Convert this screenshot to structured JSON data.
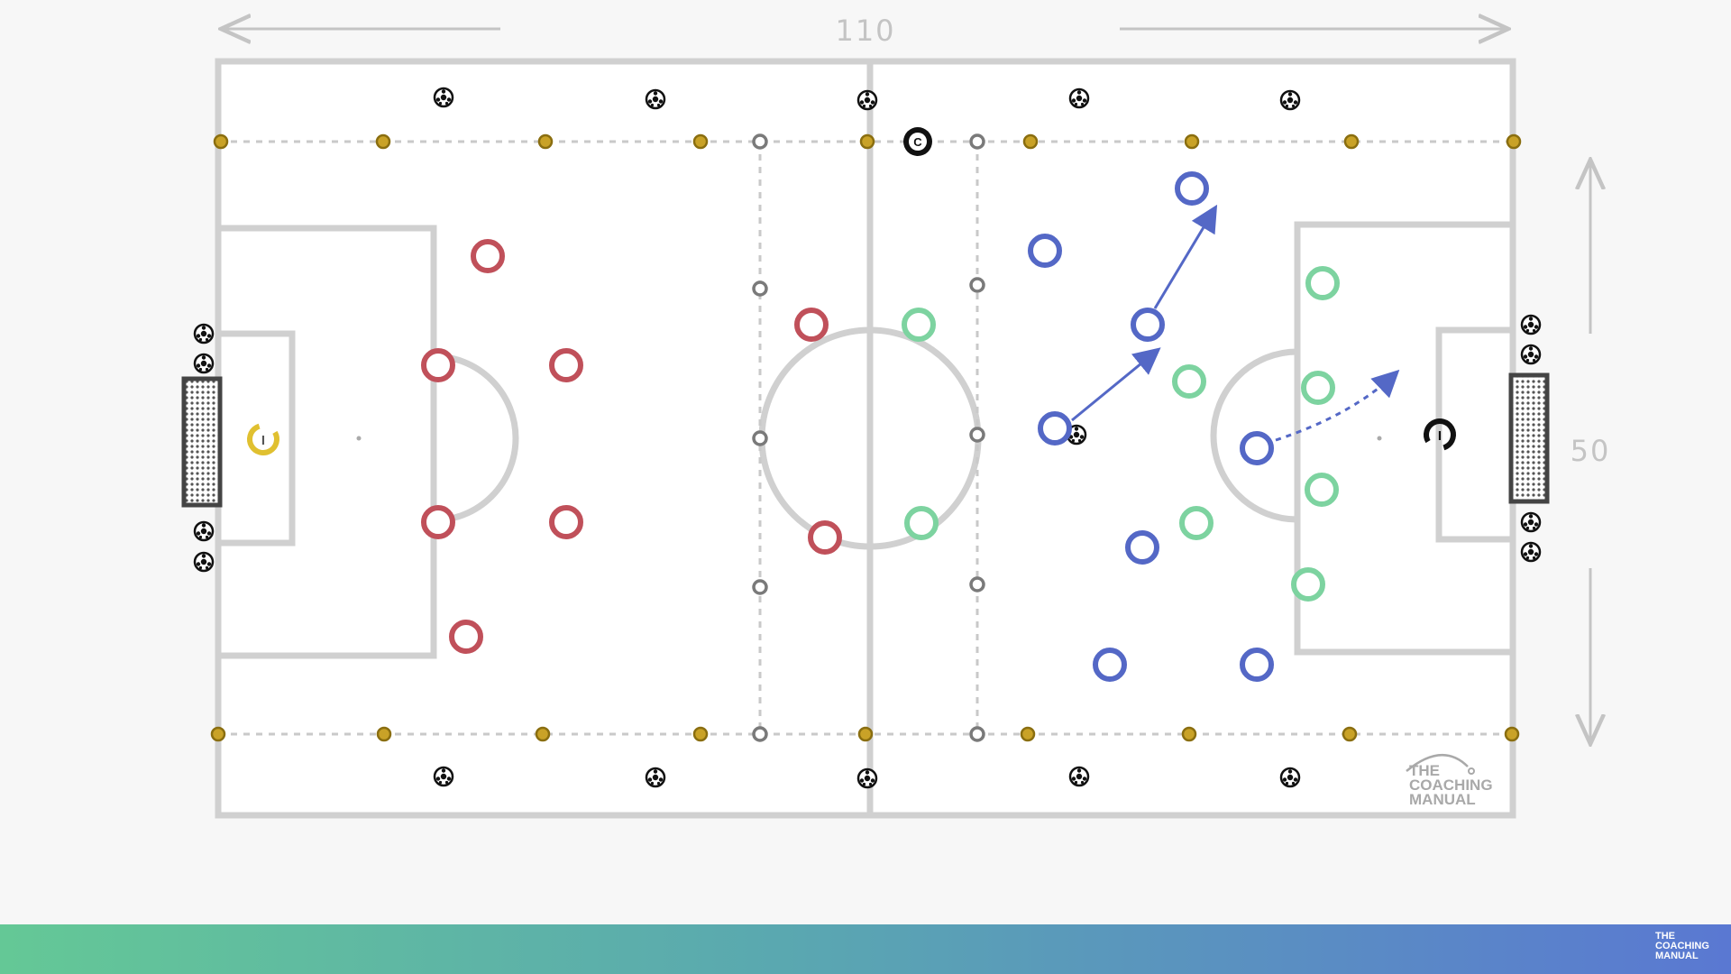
{
  "dimensions": {
    "length_label": "110",
    "width_label": "50"
  },
  "coach_label": "C",
  "goalkeeper_label": "I",
  "brand": {
    "line1": "THE",
    "line2": "COACHING",
    "line3": "MANUAL"
  },
  "colors": {
    "pitch_line": "#d0d0d0",
    "team_red": "#c0505a",
    "team_blue": "#5468c6",
    "team_green": "#7dd3a0",
    "cone_yellow": "#c9a227",
    "cone_grey": "#7a7a7a",
    "goalkeeper_yellow": "#e0c030",
    "footer_start": "#64c896",
    "footer_end": "#5a78d2"
  }
}
